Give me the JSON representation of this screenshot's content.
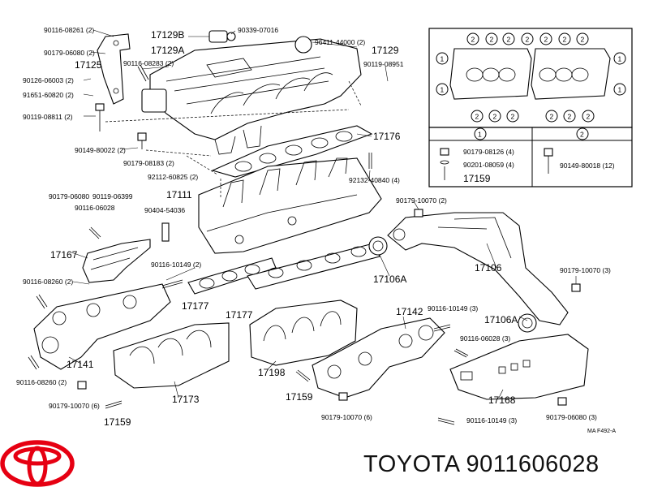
{
  "footer": {
    "brand_text": "TOYOTA 9011606028",
    "logo_color": "#e60012",
    "logo_icon": "toyota-logo"
  },
  "reference_code": "MA  F492-A",
  "callouts": {
    "c1": "90116-08261",
    "c1q": "(2)",
    "c2": "90179-06080",
    "c2q": "(2)",
    "c3": "17125",
    "c4": "90126-06003",
    "c4q": "(2)",
    "c5": "91651-60820",
    "c5q": "(2)",
    "c6": "90119-08811",
    "c6q": "(2)",
    "c7": "90149-80022",
    "c7q": "(2)",
    "c8": "17129B",
    "c9": "17129A",
    "c10": "90116-08283",
    "c10q": "(2)",
    "c11": "90339-07016",
    "c12": "96411-44000",
    "c12q": "(2)",
    "c13": "17129",
    "c14": "90119-08951",
    "c15": "17176",
    "c16": "90179-08183",
    "c16q": "(2)",
    "c17": "92112-60825",
    "c17q": "(2)",
    "c18": "92132-40840",
    "c18q": "(4)",
    "c19": "90179-06080",
    "c20": "90119-06399",
    "c21": "90116-06028",
    "c22": "17111",
    "c23": "90404-54036",
    "c24": "17167",
    "c25": "90116-10149",
    "c25q": "(2)",
    "c26": "90116-08260",
    "c26q": "(2)",
    "c27": "17177",
    "c28": "17177",
    "c29": "90179-10070",
    "c29q": "(2)",
    "c30": "17106A",
    "c31": "17106",
    "c32": "90179-10070",
    "c32q": "(3)",
    "c33": "17141",
    "c34": "90116-08260",
    "c34q": "(2)",
    "c35": "90179-10070",
    "c35q": "(6)",
    "c36": "17159",
    "c37": "17173",
    "c38": "17198",
    "c39": "17159",
    "c40": "17142",
    "c41": "90116-10149",
    "c41q": "(3)",
    "c42": "90116-06028",
    "c42q": "(3)",
    "c43": "17106A",
    "c44": "90179-10070",
    "c44q": "(6)",
    "c45": "90116-10149",
    "c45q": "(3)",
    "c46": "17168",
    "c47": "90179-06080",
    "c47q": "(3)"
  },
  "inset": {
    "header_1": "1",
    "header_2": "2",
    "marker_1": "1",
    "marker_2": "2",
    "p1": "90179-08126",
    "p1q": "(4)",
    "p2": "90201-08059",
    "p2q": "(4)",
    "p3": "17159",
    "p4": "90149-80018",
    "p4q": "(12)"
  }
}
